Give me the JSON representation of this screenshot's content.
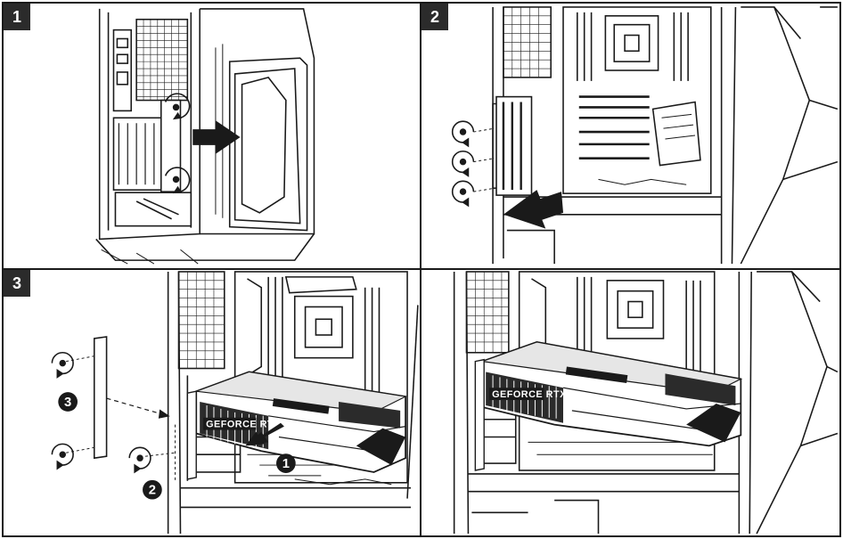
{
  "panels": [
    {
      "step": "1"
    },
    {
      "step": "2"
    },
    {
      "step": "3",
      "callouts": {
        "insert": "1",
        "bracket": "2",
        "screws": "3"
      },
      "card_label": "GEFORCE RTX"
    },
    {
      "step": "",
      "card_label": "GEFORCE RTX"
    }
  ],
  "colors": {
    "line": "#1a1a1a",
    "tag_bg": "#2b2b2b",
    "arrow": "#1a1a1a",
    "paper": "#ffffff"
  }
}
